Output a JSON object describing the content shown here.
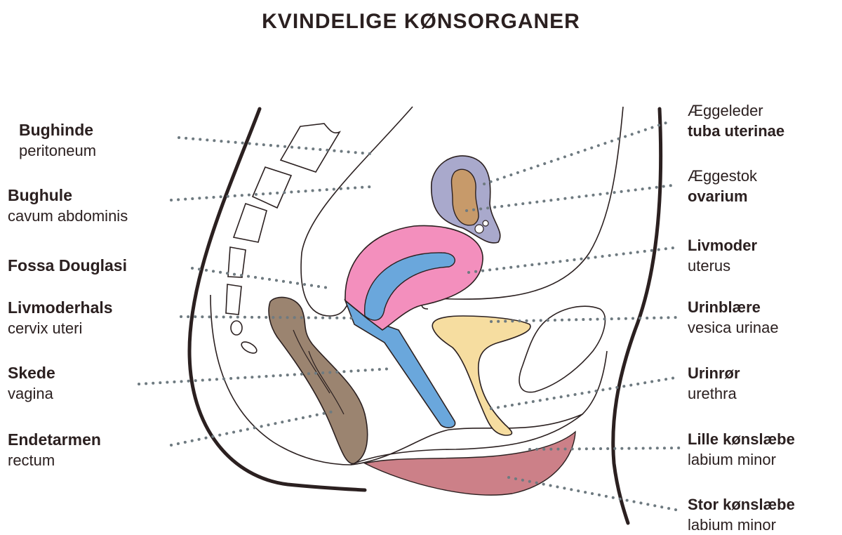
{
  "title": "KVINDELIGE KØNSORGANER",
  "colors": {
    "ovary": "#c79a6a",
    "tube": "#a9a9cc",
    "uterus": "#f38fbd",
    "cavity": "#6aa7dc",
    "bladder": "#f6dda0",
    "rectum": "#9b8470",
    "labia": "#cc8088",
    "leader": "#6e7a80"
  },
  "labels_left": [
    {
      "line1": "Bughinde",
      "line2": "peritoneum"
    },
    {
      "line1": "Bughule",
      "line2": "cavum abdominis"
    },
    {
      "line1": "Fossa Douglasi",
      "line2": ""
    },
    {
      "line1": "Livmoderhals",
      "line2": "cervix uteri"
    },
    {
      "line1": "Skede",
      "line2": "vagina"
    },
    {
      "line1": "Endetarmen",
      "line2": "rectum"
    }
  ],
  "labels_right": [
    {
      "line1": "Æggeleder",
      "line2": "tuba uterinae"
    },
    {
      "line1": "Æggestok",
      "line2": "ovarium"
    },
    {
      "line1": "Livmoder",
      "line2": "uterus"
    },
    {
      "line1": "Urinblære",
      "line2": "vesica urinae"
    },
    {
      "line1": "Urinrør",
      "line2": "urethra"
    },
    {
      "line1": "Lille kønslæbe",
      "line2": "labium minor"
    },
    {
      "line1": "Stor kønslæbe",
      "line2": "labium minor"
    }
  ]
}
